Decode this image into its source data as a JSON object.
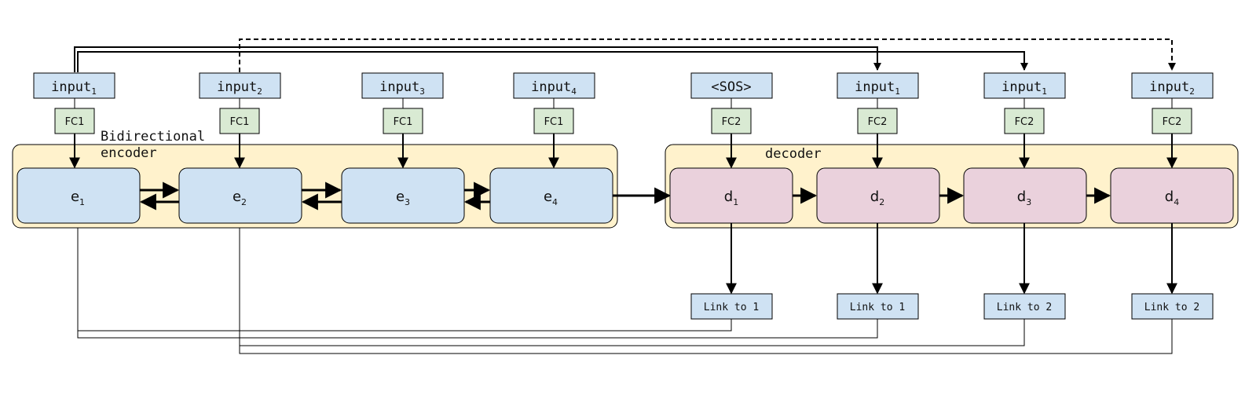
{
  "colors": {
    "input_fill": "#cfe2f3",
    "fc_fill": "#d9ead3",
    "container_fill": "#fff2cc",
    "encoder_fill": "#cfe2f3",
    "decoder_fill": "#ead1dc",
    "link_fill": "#cfe2f3",
    "stroke": "#000000"
  },
  "encoder": {
    "title_line1": "Bidirectional",
    "title_line2": "encoder",
    "inputs": [
      {
        "base": "input",
        "sub": "1"
      },
      {
        "base": "input",
        "sub": "2"
      },
      {
        "base": "input",
        "sub": "3"
      },
      {
        "base": "input",
        "sub": "4"
      }
    ],
    "fc_label": "FC1",
    "states": [
      {
        "base": "e",
        "sub": "1"
      },
      {
        "base": "e",
        "sub": "2"
      },
      {
        "base": "e",
        "sub": "3"
      },
      {
        "base": "e",
        "sub": "4"
      }
    ]
  },
  "decoder": {
    "title": "decoder",
    "inputs": [
      {
        "base": "<SOS>",
        "sub": ""
      },
      {
        "base": "input",
        "sub": "1"
      },
      {
        "base": "input",
        "sub": "1"
      },
      {
        "base": "input",
        "sub": "2"
      }
    ],
    "fc_label": "FC2",
    "states": [
      {
        "base": "d",
        "sub": "1"
      },
      {
        "base": "d",
        "sub": "2"
      },
      {
        "base": "d",
        "sub": "3"
      },
      {
        "base": "d",
        "sub": "4"
      }
    ],
    "outputs": [
      "Link to 1",
      "Link to 1",
      "Link to 2",
      "Link to 2"
    ]
  }
}
